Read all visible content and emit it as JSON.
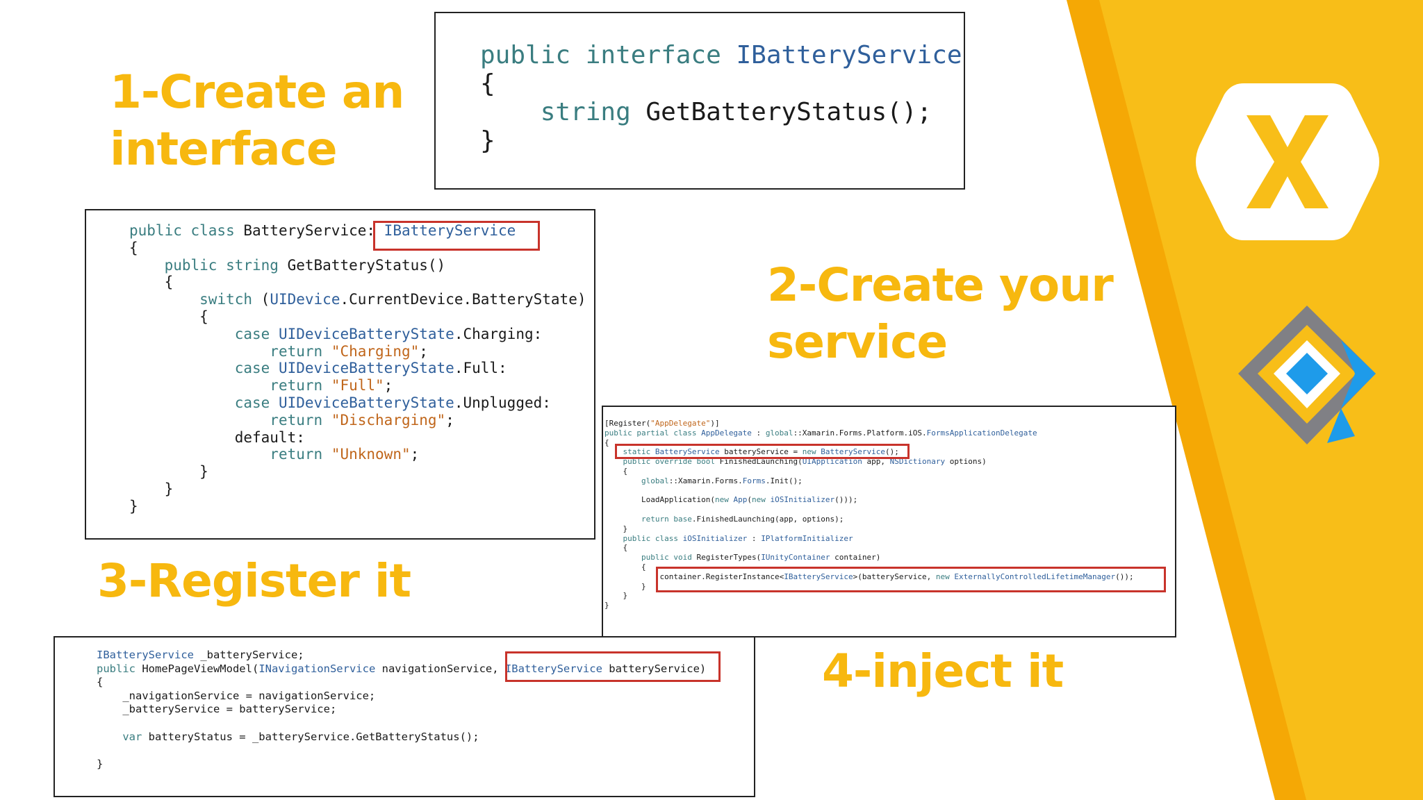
{
  "steps": {
    "s1": "1-Create an\ninterface",
    "s2": "2-Create your\nservice",
    "s3": "3-Register it",
    "s4": "4-inject it"
  },
  "code1": [
    "public interface IBatteryService",
    "{",
    "    string GetBatteryStatus();",
    "}"
  ],
  "code2": [
    "public class BatteryService: IBatteryService",
    "{",
    "    public string GetBatteryStatus()",
    "    {",
    "        switch (UIDevice.CurrentDevice.BatteryState)",
    "        {",
    "            case UIDeviceBatteryState.Charging:",
    "                return \"Charging\";",
    "            case UIDeviceBatteryState.Full:",
    "                return \"Full\";",
    "            case UIDeviceBatteryState.Unplugged:",
    "                return \"Discharging\";",
    "            default:",
    "                return \"Unknown\";",
    "        }",
    "    }",
    "}"
  ],
  "code3": [
    "[Register(\"AppDelegate\")]",
    "public partial class AppDelegate : global::Xamarin.Forms.Platform.iOS.FormsApplicationDelegate",
    "{",
    "    static BatteryService batteryService = new BatteryService();",
    "    public override bool FinishedLaunching(UIApplication app, NSDictionary options)",
    "    {",
    "        global::Xamarin.Forms.Forms.Init();",
    "",
    "        LoadApplication(new App(new iOSInitializer()));",
    "",
    "        return base.FinishedLaunching(app, options);",
    "    }",
    "    public class iOSInitializer : IPlatformInitializer",
    "    {",
    "        public void RegisterTypes(IUnityContainer container)",
    "        {",
    "            container.RegisterInstance<IBatteryService>(batteryService, new ExternallyControlledLifetimeManager());",
    "        }",
    "    }",
    "}"
  ],
  "code4": [
    "IBatteryService _batteryService;",
    "public HomePageViewModel(INavigationService navigationService, IBatteryService batteryService)",
    "{",
    "    _navigationService = navigationService;",
    "    _batteryService = batteryService;",
    "",
    "    var batteryStatus = _batteryService.GetBatteryStatus();",
    "",
    "}"
  ],
  "colors": {
    "accent_yellow": "#F7B80F",
    "panel_yellow": "#F8BE18",
    "highlight_red": "#C8332B",
    "prism_gray": "#808085",
    "prism_blue": "#1E9BEA"
  },
  "icons": [
    "xamarin-logo-icon",
    "prism-logo-icon"
  ]
}
